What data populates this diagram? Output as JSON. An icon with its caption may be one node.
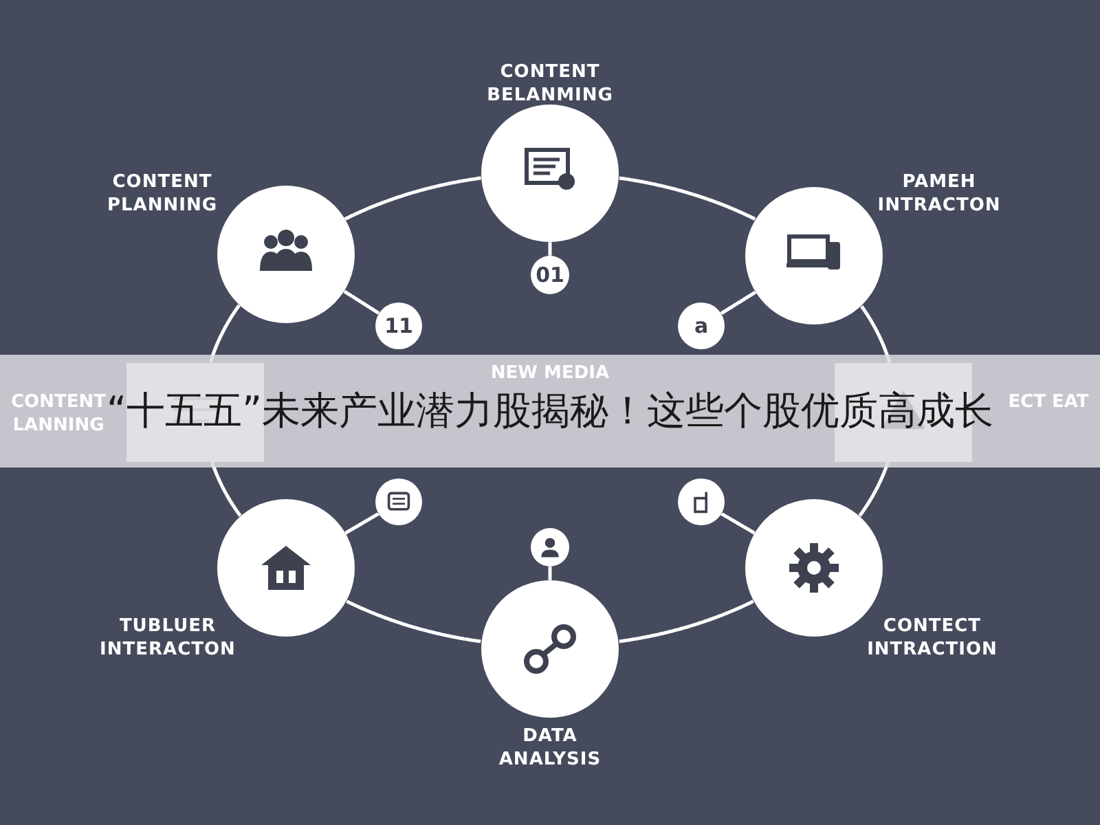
{
  "diagram": {
    "title": "“十五五”未来产业潜力股揭秘！这些个股优质高成长",
    "nodes": [
      {
        "text": [
          "CONTENT BELANMING"
        ]
      },
      {
        "text": [
          "CONTENT PLANNING"
        ]
      },
      {
        "text": [
          "PAMEH INTRACTON"
        ]
      },
      {
        "text": [
          "01"
        ]
      },
      {
        "text": [
          "11"
        ]
      },
      {
        "text": [
          "a"
        ]
      },
      {
        "text": [],
        "shape": "box"
      },
      {
        "text": [],
        "shape": "box"
      },
      {
        "text": [],
        "shape": "circle"
      },
      {
        "text": [],
        "shape": "circle"
      },
      {
        "text": [],
        "shape": "circle"
      },
      {
        "text": [
          "TUBLUER INTERACTON"
        ]
      },
      {
        "text": [
          "CONTECT INTRACTION"
        ]
      },
      {
        "text": [
          "DATA ANALYSIS"
        ]
      }
    ],
    "edges": [
      {
        "from": 0,
        "to": 2,
        "arrow": "none"
      },
      {
        "from": 2,
        "to": 7,
        "arrow": "none"
      },
      {
        "from": 7,
        "to": 12,
        "arrow": "none"
      },
      {
        "from": 12,
        "to": 13,
        "arrow": "none"
      },
      {
        "from": 13,
        "to": 11,
        "arrow": "none"
      },
      {
        "from": 11,
        "to": 6,
        "arrow": "none"
      },
      {
        "from": 6,
        "to": 1,
        "arrow": "none"
      },
      {
        "from": 1,
        "to": 0,
        "arrow": "none"
      },
      {
        "from": 0,
        "to": 3,
        "arrow": "none"
      },
      {
        "from": 1,
        "to": 4,
        "arrow": "none"
      },
      {
        "from": 2,
        "to": 5,
        "arrow": "none"
      },
      {
        "from": 11,
        "to": 8,
        "arrow": "none"
      },
      {
        "from": 13,
        "to": 10,
        "arrow": "none"
      },
      {
        "from": 12,
        "to": 9,
        "arrow": "none"
      }
    ],
    "labels": [
      "CONTENT LANNING",
      "NEW MEDIA",
      "ECT EAT"
    ]
  }
}
